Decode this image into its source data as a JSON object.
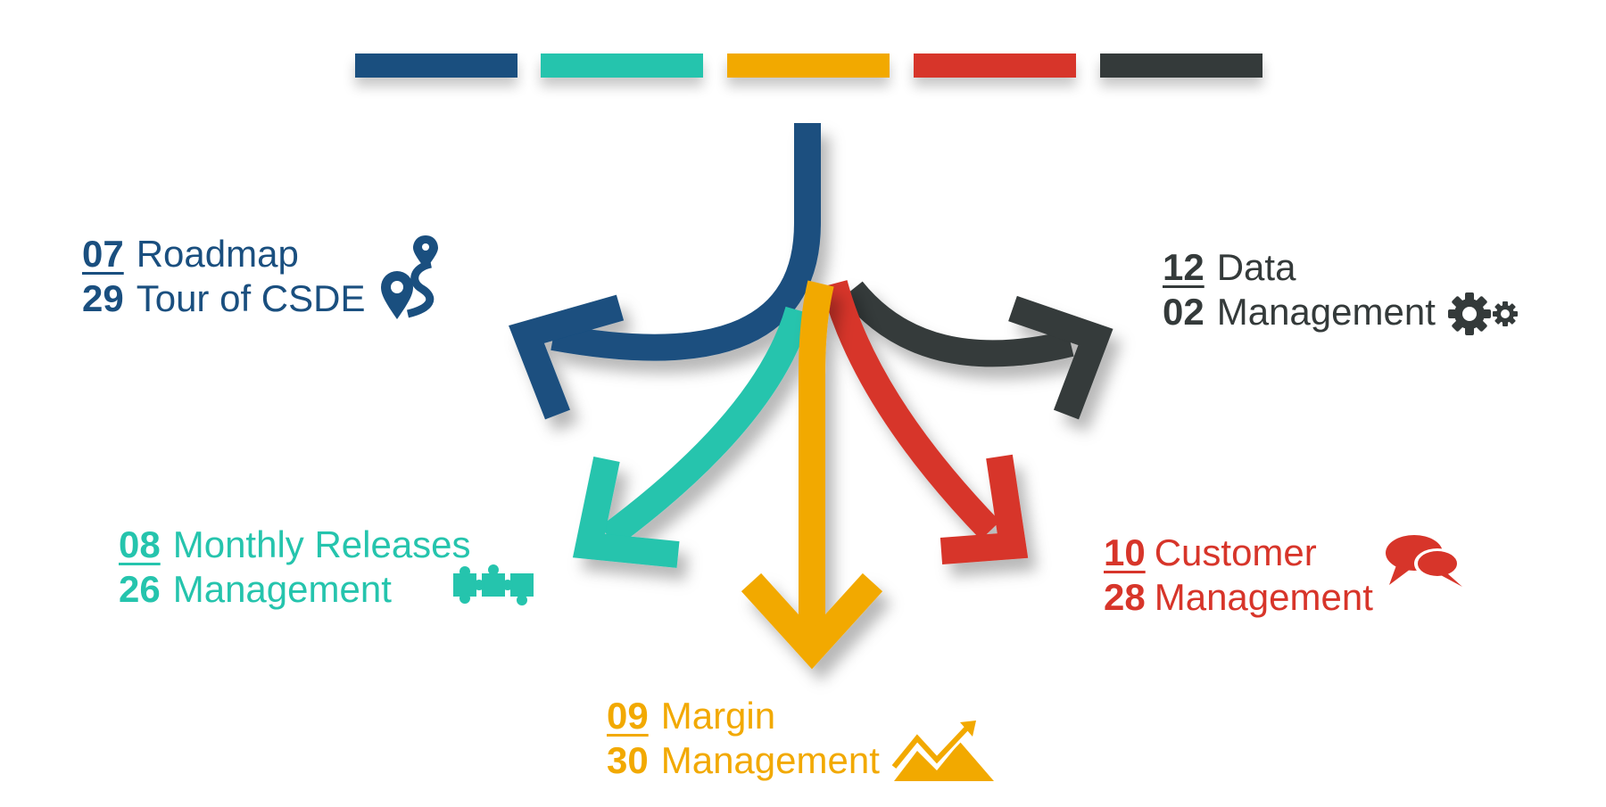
{
  "colors": {
    "navy": "#1a4f7f",
    "teal": "#25c4ad",
    "amber": "#f2a900",
    "red": "#d7352a",
    "charcoal": "#343a3a"
  },
  "top_bars": [
    {
      "name": "navy-bar",
      "color": "#1a4f7f"
    },
    {
      "name": "teal-bar",
      "color": "#25c4ad"
    },
    {
      "name": "amber-bar",
      "color": "#f2a900"
    },
    {
      "name": "red-bar",
      "color": "#d7352a"
    },
    {
      "name": "charcoal-bar",
      "color": "#343a3a"
    }
  ],
  "topics": {
    "roadmap": {
      "num1": "07",
      "num2": "29",
      "line1": "Roadmap",
      "line2": "Tour of CSDE",
      "icon": "route-pin-icon",
      "color": "#1a4f7f"
    },
    "data": {
      "num1": "12",
      "num2": "02",
      "line1": "Data",
      "line2": "Management",
      "icon": "gears-icon",
      "color": "#343a3a"
    },
    "releases": {
      "num1": "08",
      "num2": "26",
      "line1": "Monthly Releases",
      "line2": "Management",
      "icon": "puzzle-icon",
      "color": "#25c4ad"
    },
    "customer": {
      "num1": "10",
      "num2": "28",
      "line1": "Customer",
      "line2": "Management",
      "icon": "chat-bubbles-icon",
      "color": "#d7352a"
    },
    "margin": {
      "num1": "09",
      "num2": "30",
      "line1": "Margin",
      "line2": "Management",
      "icon": "trend-chart-icon",
      "color": "#f2a900"
    }
  }
}
